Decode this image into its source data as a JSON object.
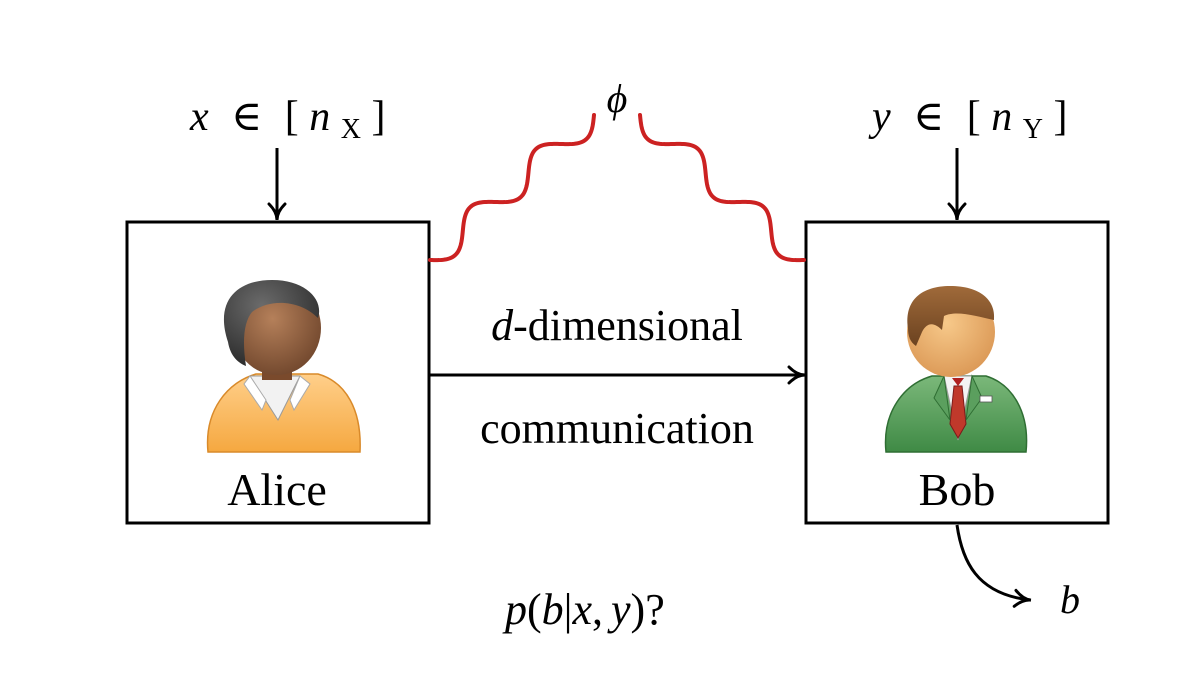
{
  "alice": {
    "name": "Alice",
    "input_var": "x",
    "set_symbol": "∈",
    "bracket_open": "[",
    "n_symbol": "n",
    "n_subscript": "X",
    "bracket_close": "]"
  },
  "bob": {
    "name": "Bob",
    "input_var": "y",
    "set_symbol": "∈",
    "bracket_open": "[",
    "n_symbol": "n",
    "n_subscript": "Y",
    "bracket_close": "]",
    "output_var": "b"
  },
  "shared_state": {
    "symbol": "ϕ",
    "color": "#cc2222"
  },
  "channel": {
    "dim_var": "d",
    "label_line1_rest": "-dimensional",
    "label_line2": "communication"
  },
  "question": {
    "p": "p",
    "open_paren": "(",
    "b": "b",
    "bar": "|",
    "x": "x",
    "comma": ",",
    "y": "y",
    "close_paren": ")",
    "qmark": "?"
  }
}
